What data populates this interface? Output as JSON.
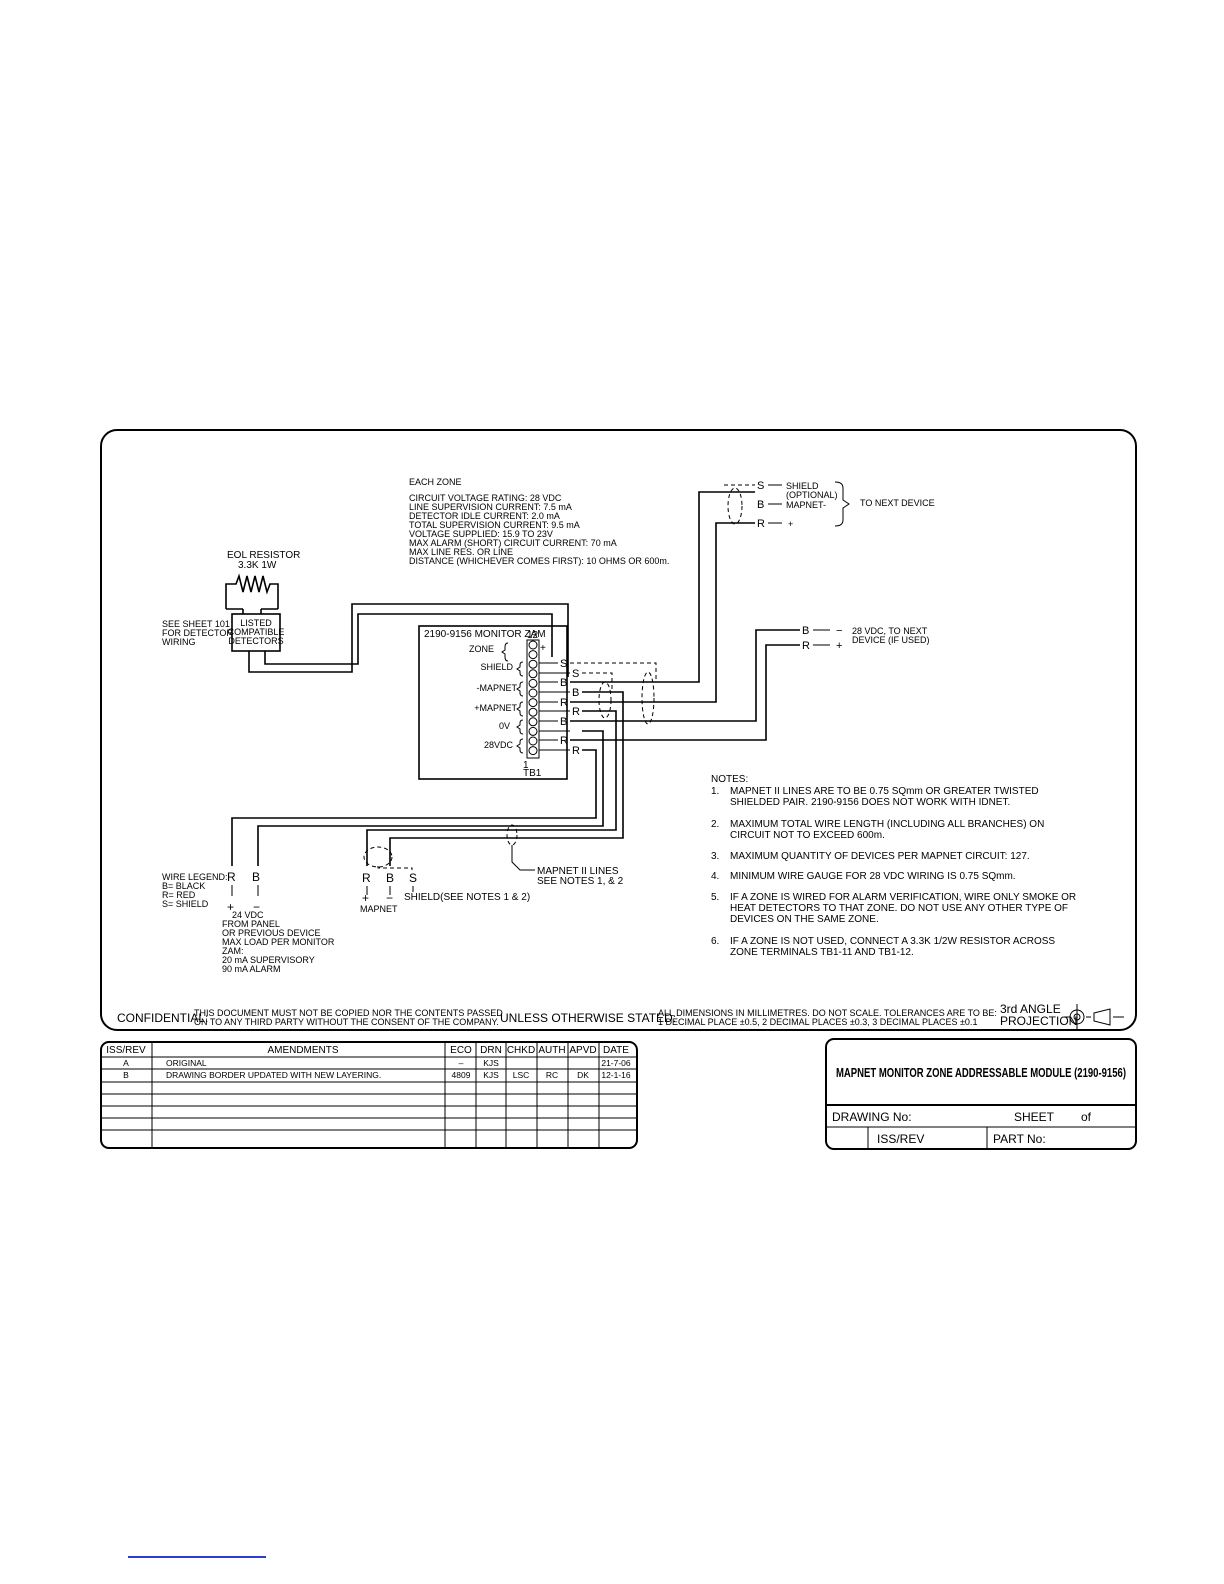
{
  "zone_spec": {
    "heading": "EACH ZONE",
    "lines": [
      "CIRCUIT VOLTAGE RATING: 28 VDC",
      "LINE SUPERVISION CURRENT: 7.5 mA",
      "DETECTOR IDLE CURRENT: 2.0 mA",
      "TOTAL SUPERVISION CURRENT: 9.5 mA",
      "VOLTAGE SUPPLIED: 15.9 TO 23V",
      "MAX ALARM (SHORT) CIRCUIT CURRENT: 70 mA",
      "MAX LINE RES. OR LINE",
      "DISTANCE (WHICHEVER COMES FIRST): 10 OHMS OR 600m."
    ]
  },
  "eol": {
    "title": "EOL RESISTOR",
    "value": "3.3K 1W"
  },
  "detector": {
    "box": [
      "LISTED",
      "COMPATIBLE",
      "DETECTORS"
    ],
    "see_note": [
      "SEE SHEET 101",
      "FOR DETECTOR",
      "WIRING"
    ]
  },
  "module": {
    "title": "2190-9156 MONITOR ZAM",
    "pin_top": "12",
    "pin_bottom": "1",
    "block": "TB1",
    "plus": "+",
    "groups": [
      "ZONE",
      "SHIELD",
      "-MAPNET",
      "+MAPNET",
      "0V",
      "28VDC"
    ]
  },
  "terminal_letters": [
    "S",
    "S",
    "B",
    "R",
    "B",
    "R",
    "B",
    "R",
    "R"
  ],
  "next_device": {
    "s_label": "S",
    "b_label": "B",
    "r_label": "R",
    "shield": "SHIELD",
    "optional": "(OPTIONAL)",
    "mapnet_minus": "MAPNET-",
    "plus": "+",
    "to_next": "TO NEXT DEVICE"
  },
  "vdc_next": {
    "b_label": "B",
    "r_label": "R",
    "minus": "−",
    "plus": "+",
    "line1": "28 VDC, TO NEXT",
    "line2": "DEVICE (IF USED)"
  },
  "wire_legend": {
    "title": "WIRE LEGEND:",
    "items": [
      "B= BLACK",
      "R= RED",
      "S= SHIELD"
    ]
  },
  "power_in": {
    "r": "R",
    "b": "B",
    "plus": "+",
    "minus": "−",
    "lines": [
      "24 VDC",
      "FROM PANEL",
      "OR PREVIOUS DEVICE",
      "MAX LOAD PER MONITOR",
      "ZAM:",
      "20 mA SUPERVISORY",
      "90 mA ALARM"
    ]
  },
  "mapnet_in": {
    "r": "R",
    "b": "B",
    "s": "S",
    "plus": "+",
    "minus": "−",
    "label": "MAPNET",
    "shield": "SHIELD(SEE NOTES 1 & 2)"
  },
  "mapnet_lines": [
    "MAPNET II LINES",
    "SEE NOTES 1, & 2"
  ],
  "notes": {
    "heading": "NOTES:",
    "items": [
      {
        "num": "1.",
        "lines": [
          "MAPNET II LINES ARE TO BE 0.75 SQmm OR GREATER TWISTED",
          "SHIELDED PAIR. 2190-9156 DOES NOT WORK WITH IDNET."
        ]
      },
      {
        "num": "2.",
        "lines": [
          "MAXIMUM TOTAL WIRE LENGTH (INCLUDING ALL BRANCHES) ON",
          "CIRCUIT NOT TO EXCEED 600m."
        ]
      },
      {
        "num": "3.",
        "lines": [
          "MAXIMUM QUANTITY OF DEVICES PER MAPNET CIRCUIT: 127."
        ]
      },
      {
        "num": "4.",
        "lines": [
          "MINIMUM WIRE GAUGE FOR 28 VDC WIRING IS 0.75 SQmm."
        ]
      },
      {
        "num": "5.",
        "lines": [
          "IF A ZONE IS WIRED FOR ALARM VERIFICATION, WIRE ONLY SMOKE OR",
          "HEAT DETECTORS TO THAT ZONE. DO NOT USE ANY OTHER TYPE OF",
          "DEVICES ON THE SAME ZONE."
        ]
      },
      {
        "num": "6.",
        "lines": [
          "IF A ZONE IS NOT USED, CONNECT A 3.3K 1/2W RESISTOR ACROSS",
          "ZONE TERMINALS TB1-11 AND TB1-12."
        ]
      }
    ]
  },
  "footer": {
    "confidential_label": "CONFIDENTIAL:",
    "confidential_text": [
      "THIS DOCUMENT MUST NOT BE COPIED NOR THE CONTENTS PASSED",
      "ON TO ANY THIRD PARTY WITHOUT THE CONSENT OF THE COMPANY."
    ],
    "unless_label": "UNLESS OTHERWISE STATED:",
    "unless_text": [
      "ALL DIMENSIONS IN MILLIMETRES. DO NOT SCALE. TOLERANCES ARE TO BE:",
      "1 DECIMAL PLACE ±0.5, 2 DECIMAL PLACES ±0.3, 3 DECIMAL PLACES ±0.1"
    ],
    "projection": [
      "3rd ANGLE",
      "PROJECTION"
    ]
  },
  "revisions": {
    "headers": [
      "ISS/REV",
      "AMENDMENTS",
      "ECO",
      "DRN",
      "CHKD",
      "AUTH",
      "APVD",
      "DATE"
    ],
    "rows": [
      [
        "A",
        "ORIGINAL",
        "–",
        "KJS",
        "",
        "",
        "",
        "21-7-06"
      ],
      [
        "B",
        "DRAWING BORDER UPDATED WITH NEW LAYERING.",
        "4809",
        "KJS",
        "LSC",
        "RC",
        "DK",
        "12-1-16"
      ]
    ]
  },
  "title_block": {
    "title": "MAPNET MONITOR ZONE ADDRESSABLE MODULE (2190-9156)",
    "drawing_no": "DRAWING No:",
    "sheet": "SHEET",
    "of": "of",
    "iss_rev": "ISS/REV",
    "part_no": "PART No:"
  }
}
